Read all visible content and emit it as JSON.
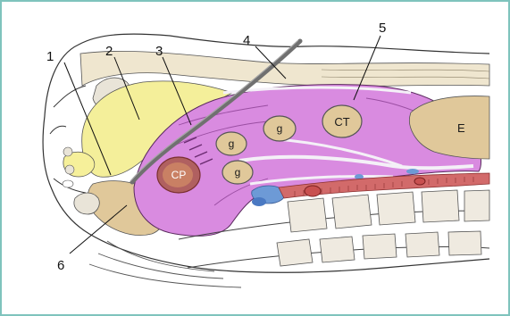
{
  "labels": {
    "l1": "1",
    "l2": "2",
    "l3": "3",
    "l4": "4",
    "l5": "5",
    "l6": "6"
  },
  "structures": {
    "ct": "CT",
    "e": "E",
    "cp": "CP",
    "g1": "g",
    "g2": "g",
    "g3": "g"
  },
  "colors": {
    "border": "#7fc3bd",
    "magenta": "#d98be0",
    "yellow": "#f4ef9a",
    "tan": "#e0c89a",
    "bone": "#efe6cf",
    "vessel": "#d26a6a",
    "blue": "#6d9ad6",
    "probe": "#707070"
  }
}
